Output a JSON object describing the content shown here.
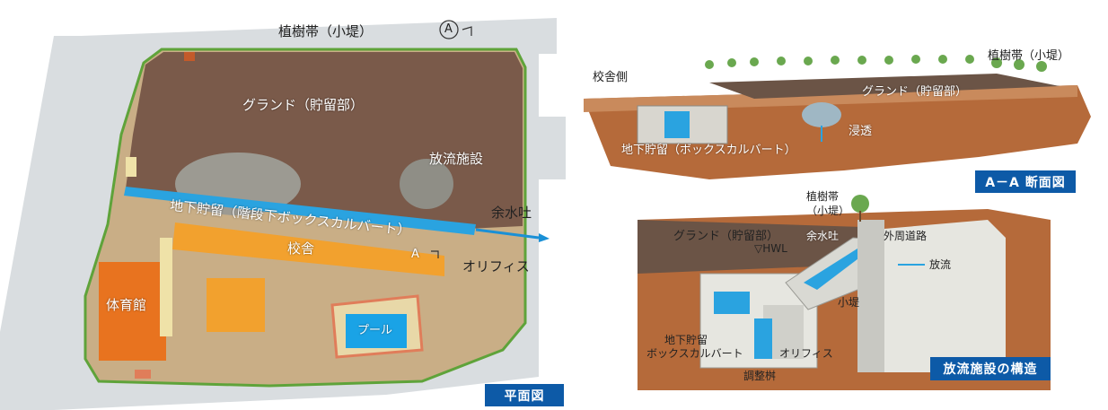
{
  "plan": {
    "caption": "平面図",
    "labels": {
      "greenbelt_top": "植樹帯（小堤）",
      "section_mark": "A",
      "section_mark2": "A",
      "ground": "グランド（貯留部）",
      "discharge_facility": "放流施設",
      "underground_storage": "地下貯留（階段下ボックスカルバート）",
      "spillway": "余水吐",
      "school_building": "校舎",
      "orifice": "オリフィス",
      "gym": "体育館",
      "pool": "プール"
    }
  },
  "section": {
    "caption": "A－A 断面図",
    "labels": {
      "school_side": "校舎側",
      "greenbelt": "植樹帯（小堤）",
      "ground": "グランド（貯留部）",
      "infiltration": "浸透",
      "underground_storage": "地下貯留（ボックスカルバート）"
    }
  },
  "structure": {
    "caption": "放流施設の構造",
    "labels": {
      "greenbelt": "植樹帯",
      "greenbelt2": "（小堤）",
      "ground": "グランド（貯留部）",
      "spillway": "余水吐",
      "hwl": "▽HWL",
      "perimeter_road": "外周道路",
      "discharge": "放流",
      "small_levee": "小堤",
      "underground": "地下貯留",
      "box_culvert": "ボックスカルバート",
      "orifice": "オリフィス",
      "regulating_tank": "調整桝"
    }
  },
  "colors": {
    "caption_bg": "#0d5aa7",
    "ground": "#7a5a4a",
    "sand": "#cdb28a",
    "building": "#f2a12e",
    "gym": "#e8731f",
    "water": "#1aa3e6",
    "green": "#5fa33a"
  }
}
